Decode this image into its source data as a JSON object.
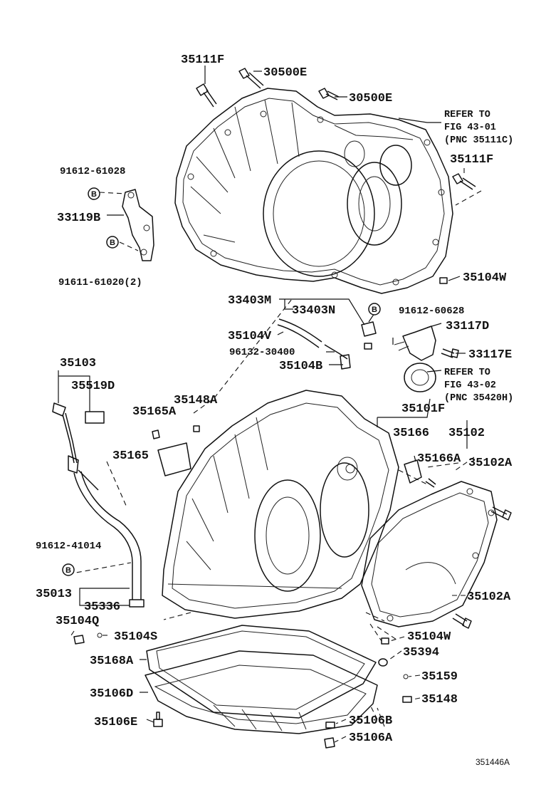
{
  "diagram_id": "351446A",
  "badge_letter": "B",
  "refs": {
    "fig1": {
      "line1": "REFER TO",
      "line2": "FIG 43-01",
      "line3": "(PNC 35111C)"
    },
    "fig2": {
      "line1": "REFER TO",
      "line2": "FIG 43-02",
      "line3": "(PNC 35420H)"
    }
  },
  "parts": {
    "p35111F_top": "35111F",
    "p30500E_a": "30500E",
    "p30500E_b": "30500E",
    "p35111F_right": "35111F",
    "p91612_61028": "91612-61028",
    "p33119B": "33119B",
    "p91611_61020": "91611-61020(2)",
    "p35104W_top": "35104W",
    "p33403M": "33403M",
    "p33403N": "33403N",
    "p91612_60628": "91612-60628",
    "p35104V": "35104V",
    "p33117D": "33117D",
    "p96132_30400": "96132-30400",
    "p33117E": "33117E",
    "p35104B": "35104B",
    "p35103": "35103",
    "p35519D": "35519D",
    "p35148A": "35148A",
    "p35165A": "35165A",
    "p35101F": "35101F",
    "p35166": "35166",
    "p35102": "35102",
    "p35165": "35165",
    "p35166A": "35166A",
    "p35102A_top": "35102A",
    "p91612_41014": "91612-41014",
    "p35013": "35013",
    "p35336": "35336",
    "p35102A_bot": "35102A",
    "p35104Q": "35104Q",
    "p35104S": "35104S",
    "p35104W_bot": "35104W",
    "p35394": "35394",
    "p35168A": "35168A",
    "p35159": "35159",
    "p35106D": "35106D",
    "p35148": "35148",
    "p35106E": "35106E",
    "p35106B": "35106B",
    "p35106A": "35106A"
  }
}
